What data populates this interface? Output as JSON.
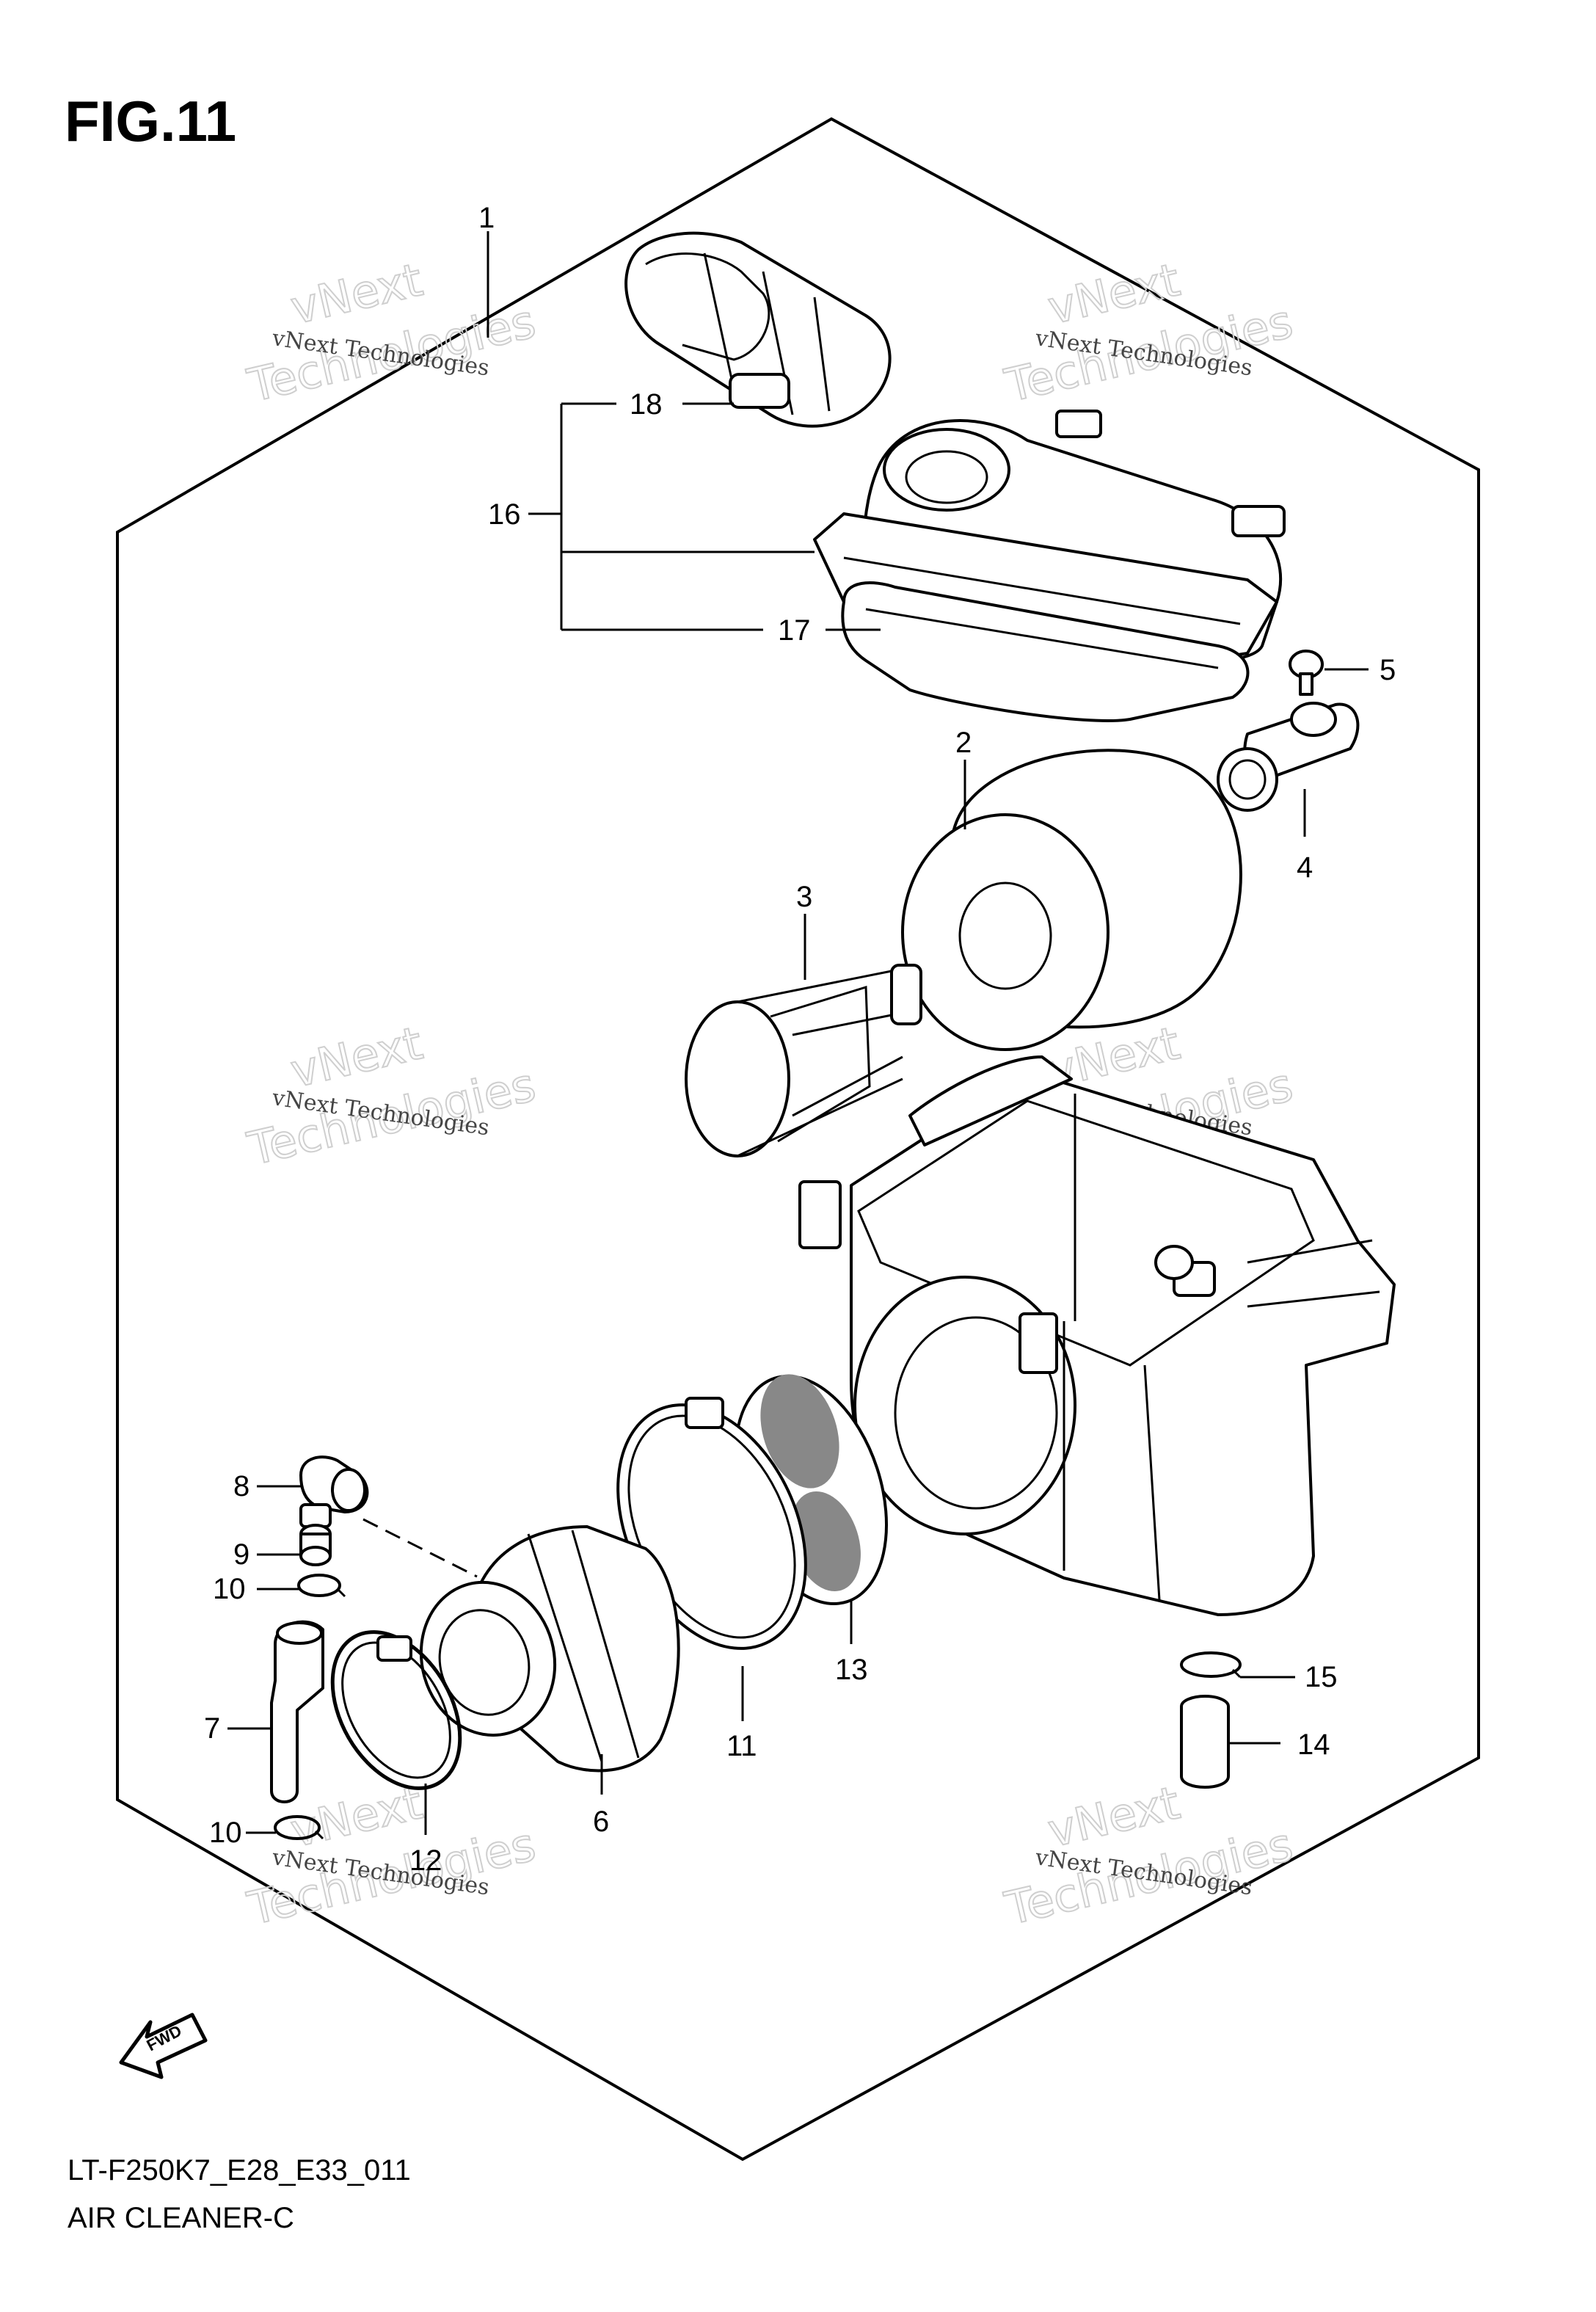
{
  "figure": {
    "title": "FIG.11",
    "code": "LT-F250K7_E28_E33_011",
    "name": "AIR CLEANER-C"
  },
  "watermark": {
    "line_small": "vNext Technologies",
    "line_big_1": "vNext",
    "line_big_2": "Technologies"
  },
  "fwd_label": "FWD",
  "callouts": {
    "c1": "1",
    "c2": "2",
    "c3": "3",
    "c4": "4",
    "c5": "5",
    "c6": "6",
    "c7": "7",
    "c8": "8",
    "c9": "9",
    "c10a": "10",
    "c10b": "10",
    "c11": "11",
    "c12": "12",
    "c13": "13",
    "c14": "14",
    "c15": "15",
    "c16": "16",
    "c17": "17",
    "c18": "18"
  }
}
